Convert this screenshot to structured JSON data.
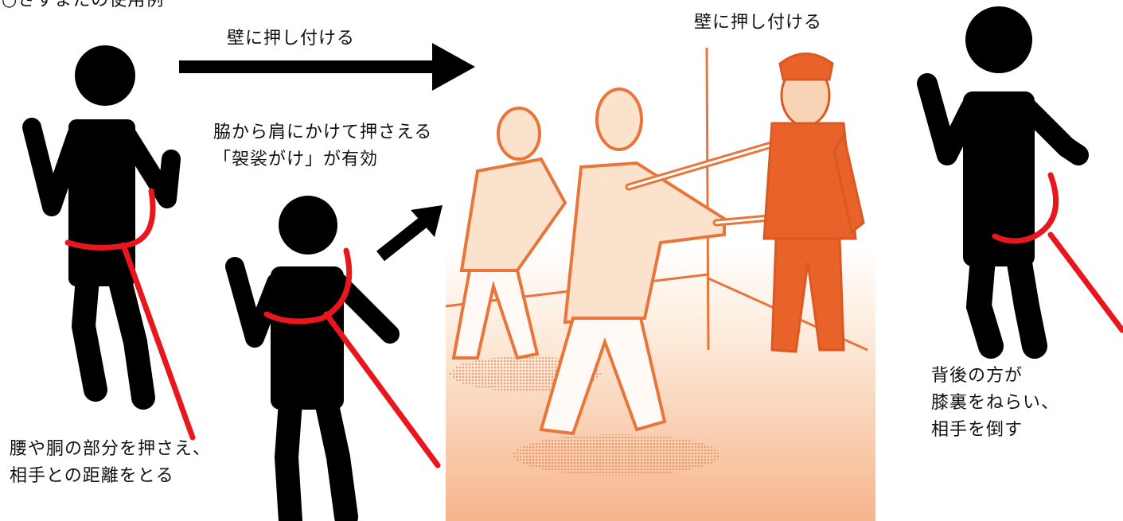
{
  "header": {
    "partial_text": "○さすまたの使用例"
  },
  "labels": {
    "arrow_top": "壁に押し付ける",
    "wall_top": "壁に押し付ける"
  },
  "captions": {
    "left": {
      "line1": "腰や胴の部分を押さえ、",
      "line2": "相手との距離をとる"
    },
    "middle": {
      "line1": "脇から肩にかけて押さえる",
      "line2": "「袈裟がけ」が有効"
    },
    "right": {
      "line1": "背後の方が",
      "line2": "膝裏をねらい、",
      "line3": "相手を倒す"
    }
  },
  "colors": {
    "figure": "#000000",
    "pole": "#e8171d",
    "illustration_orange": "#e8763a",
    "illustration_fill": "#fbe2cc"
  }
}
